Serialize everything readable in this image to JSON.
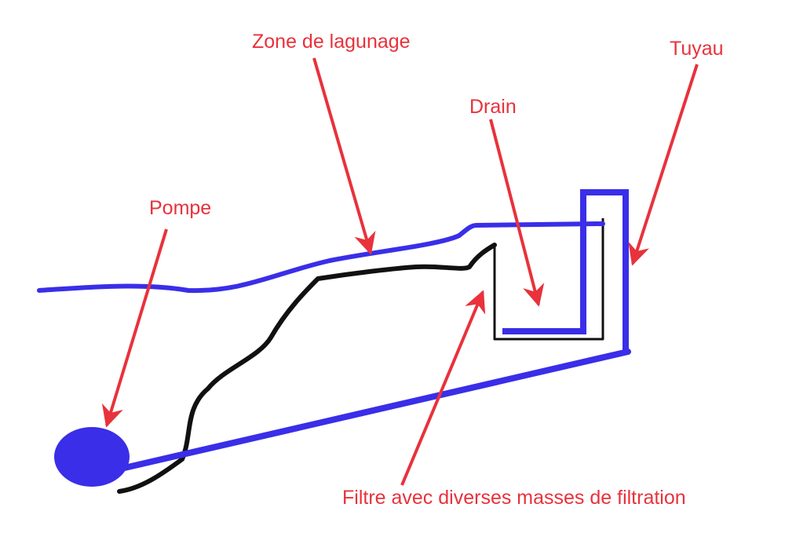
{
  "diagram": {
    "labels": {
      "zone_lagunage": "Zone de lagunage",
      "tuyau": "Tuyau",
      "drain": "Drain",
      "pompe": "Pompe",
      "filtre": "Filtre avec diverses masses de filtration"
    },
    "colors": {
      "label_red": "#e8323c",
      "pipe_blue": "#3a2ee8",
      "ground_black": "#111111",
      "background": "#ffffff"
    }
  }
}
